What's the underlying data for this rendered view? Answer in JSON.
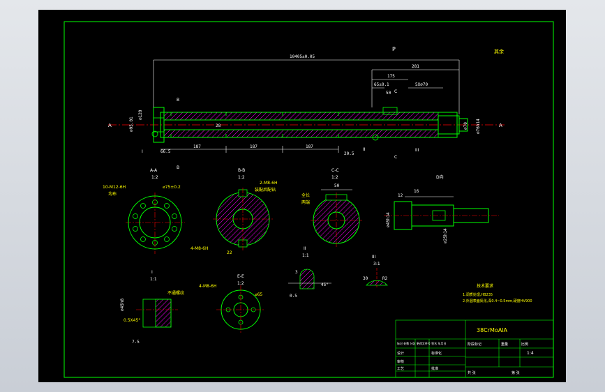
{
  "drawing": {
    "colors": {
      "background": "#000000",
      "frame": "#00ff00",
      "dimension": "#ffffff",
      "text": "#ffff00",
      "outline": "#00ff00",
      "centerline": "#ff0000",
      "hatch": "#ff00ff",
      "viewport": "#d3d7de"
    },
    "dimensions": {
      "overall_length": "10405±0.05",
      "dim_281": "281",
      "dim_175": "175",
      "dim_65": "65±0.1",
      "dim_50": "50",
      "dim_5x70": "5X⌀70",
      "dim_187a": "187",
      "dim_187b": "187",
      "dim_187c": "187",
      "dim_665": "66.5",
      "dim_205": "20.5",
      "dim_left_dia": "⌀95.01",
      "dim_left_dia2": "⌀120",
      "dim_right_dia": "⌀70",
      "dim_right_dia2": "⌀76h14",
      "dim_28": "28",
      "roughness_corner": "其余"
    },
    "views": {
      "label_P": "P",
      "label_A_left": "A",
      "label_A_right": "A",
      "label_B_top": "B",
      "label_B_bot": "B",
      "label_C_top": "C",
      "label_C_bot": "C",
      "label_I": "I",
      "label_II": "II",
      "label_III": "III",
      "section_AA": "A-A",
      "section_AA_scale": "1:2",
      "section_BB": "B-B",
      "section_BB_scale": "1:2",
      "section_CC": "C-C",
      "section_CC_scale": "1:2",
      "view_D": "D向",
      "aa_holes": "10-M12-6H",
      "aa_holes_sub": "均布",
      "aa_dia": "⌀75±0.2",
      "bb_holes": "2-M8-6H",
      "bb_note": "装配后配钻",
      "bb_holes2": "4-M8-6H",
      "bb_dim": "22",
      "cc_dim": "50",
      "cc_note": "全长",
      "cc_note2": "两端",
      "d_dim16": "16",
      "d_dim12": "12",
      "d_dia1": "⌀45h14",
      "d_dia2": "⌀25h14",
      "i_label": "I",
      "i_scale": "1:1",
      "i_chamfer": "0.5X45°",
      "i_note": "不通螺纹",
      "i_dia": "⌀45h8",
      "i_dim": "7.5",
      "ii_label": "II",
      "ii_scale": "1:1",
      "ii_a": "3",
      "ii_b": "0.5",
      "ii_c": "45°",
      "iii_label": "III",
      "iii_scale": "3:1",
      "iii_a": "30",
      "iii_b": "R2",
      "e_holes": "4-M8-6H",
      "e_label": "E-E",
      "e_scale": "1:2",
      "e_dia": "⌀65"
    },
    "notes": {
      "title": "技术要求",
      "line1": "1.调质处理,HB235",
      "line2": "2.外圆表面氮化,深0.4~0.5mm,硬度HV900"
    },
    "title_block": {
      "material": "38CrMoAlA",
      "weight_label": "重量",
      "scale_label": "比例",
      "scale": "1:4",
      "stage_label": "阶段标记",
      "sheet_total": "共  张",
      "sheet_no": "第  张",
      "designer": "设计",
      "checker": "审核",
      "process": "工艺",
      "approve": "批准",
      "std": "标准化",
      "revision_header": "标记 处数 分区 更改文件号 签名 年月日"
    }
  }
}
